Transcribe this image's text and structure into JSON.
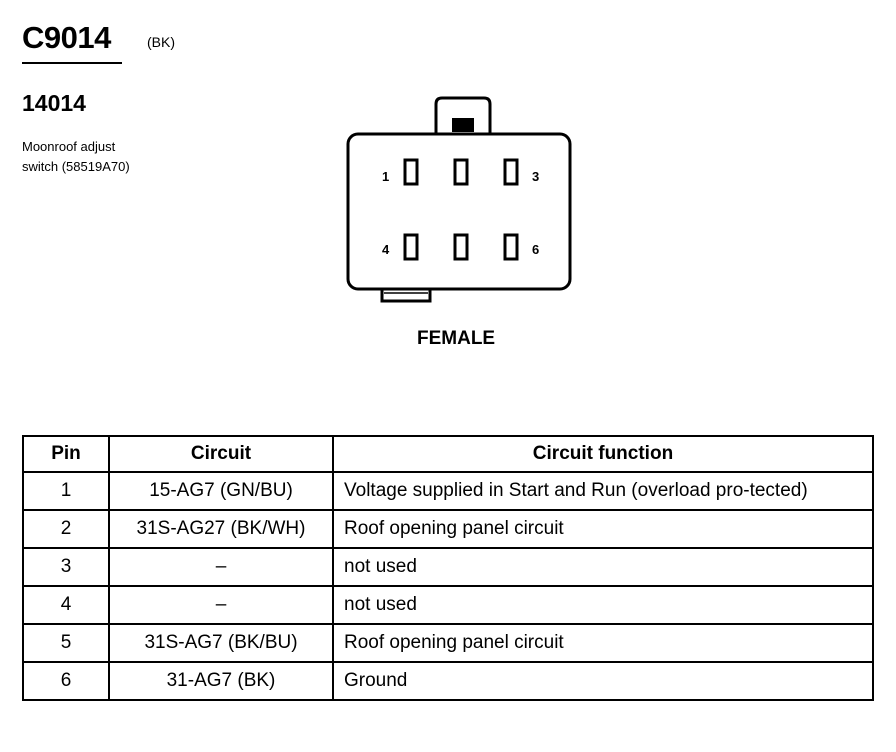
{
  "connector": {
    "id": "C9014",
    "color": "(BK)",
    "part_number": "14014",
    "description_line1": "Moonroof adjust",
    "description_line2": "switch (58519A70)",
    "gender": "FEMALE",
    "pin_labels": {
      "p1": "1",
      "p3": "3",
      "p4": "4",
      "p6": "6"
    }
  },
  "table": {
    "headers": {
      "pin": "Pin",
      "circuit": "Circuit",
      "function": "Circuit function"
    },
    "rows": [
      {
        "pin": "1",
        "circuit": "15-AG7 (GN/BU)",
        "function": "Voltage supplied in Start and Run (overload pro-tected)"
      },
      {
        "pin": "2",
        "circuit": "31S-AG27 (BK/WH)",
        "function": "Roof opening panel circuit"
      },
      {
        "pin": "3",
        "circuit": "–",
        "function": "not used"
      },
      {
        "pin": "4",
        "circuit": "–",
        "function": "not used"
      },
      {
        "pin": "5",
        "circuit": "31S-AG7 (BK/BU)",
        "function": "Roof opening panel circuit"
      },
      {
        "pin": "6",
        "circuit": "31-AG7 (BK)",
        "function": "Ground"
      }
    ]
  }
}
